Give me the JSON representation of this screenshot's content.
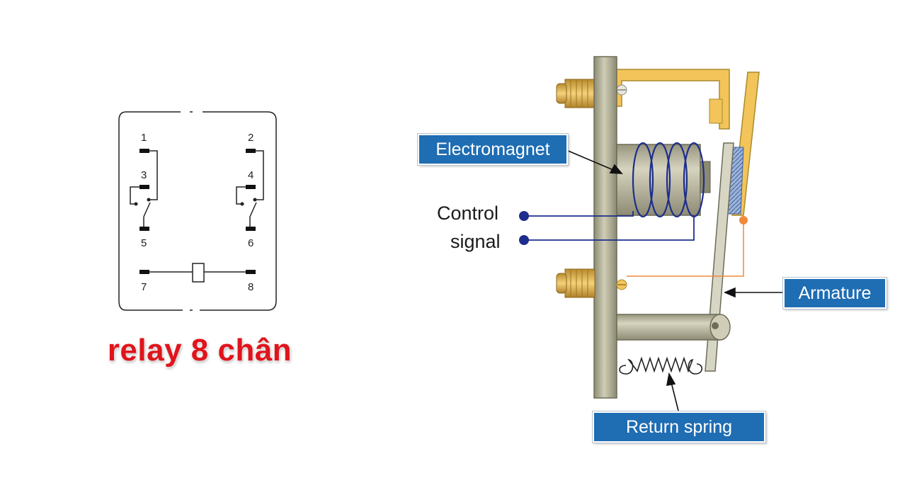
{
  "left_diagram": {
    "pins": [
      "1",
      "2",
      "3",
      "4",
      "5",
      "6",
      "7",
      "8"
    ],
    "title": "relay 8 chân"
  },
  "right_diagram": {
    "labels": {
      "electromagnet": "Electromagnet",
      "control": "Control",
      "signal": "signal",
      "armature": "Armature",
      "return_spring": "Return spring"
    }
  },
  "colors": {
    "title_red": "#e0141b",
    "label_blue": "#1f6db3",
    "wire_blue": "#1e2e8c",
    "wire_orange": "#f08a3a",
    "bracket_yellow": "#f2c45a"
  }
}
